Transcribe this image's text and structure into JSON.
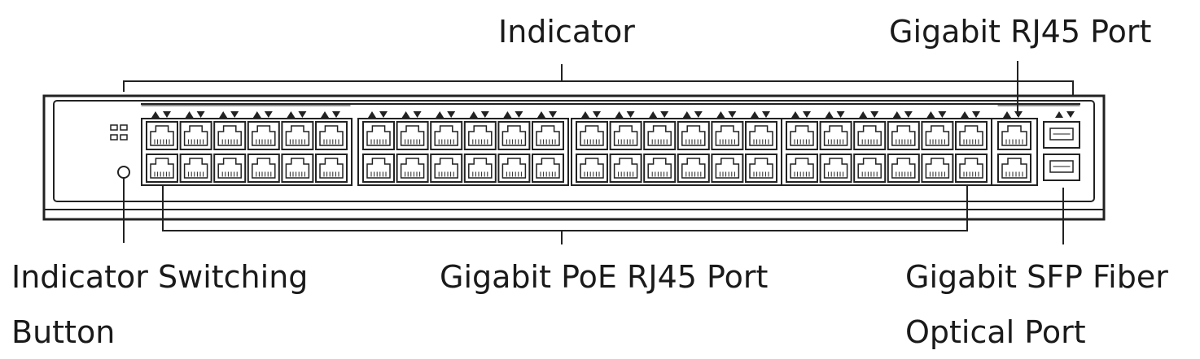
{
  "labels": {
    "indicator": "Indicator",
    "gigabit_rj45_port": "Gigabit RJ45 Port",
    "indicator_switching_button_line1": "Indicator Switching",
    "indicator_switching_button_line2": "Button",
    "gigabit_poe_rj45_port": "Gigabit PoE RJ45 Port",
    "gigabit_sfp_line1": "Gigabit SFP Fiber",
    "gigabit_sfp_line2": "Optical Port"
  },
  "panel": {
    "poe_groups": 4,
    "poe_ports_per_group": 12,
    "rj45_uplinks": 2,
    "sfp_ports": 2
  },
  "colors": {
    "stroke": "#222222",
    "background": "#ffffff"
  }
}
